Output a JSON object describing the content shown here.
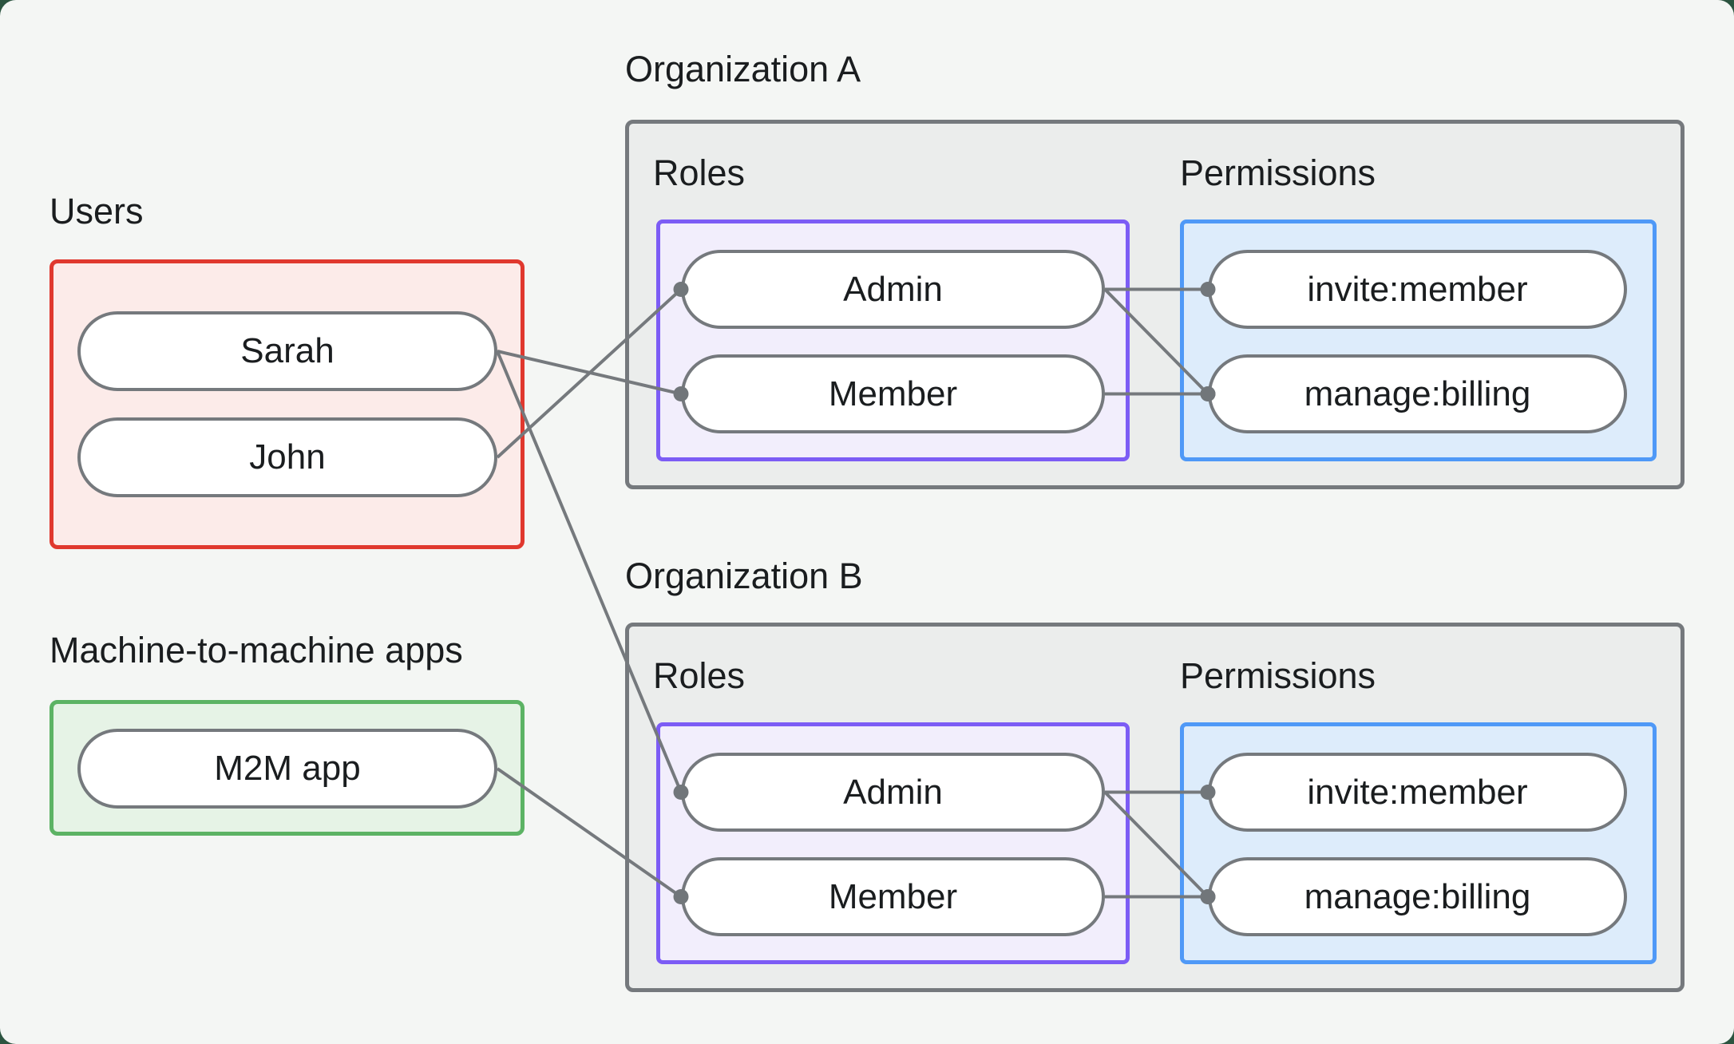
{
  "colors": {
    "page_bg": "#f4f6f4",
    "outer_bg": "#2c5440",
    "text": "#1a1d1f",
    "neutral_border": "#75797d",
    "line": "#75797d",
    "dot": "#71767a",
    "org_box_bg": "#ebedec",
    "users_border": "#e0382e",
    "users_bg": "#fcebe9",
    "m2m_border": "#5cb364",
    "m2m_bg": "#e6f3e6",
    "roles_border": "#7c5cf5",
    "roles_bg": "#f2eefc",
    "permissions_border": "#4f99f7",
    "permissions_bg": "#ddecfb",
    "pill_bg": "#ffffff"
  },
  "users_group": {
    "label": "Users",
    "items": [
      "Sarah",
      "John"
    ]
  },
  "m2m_group": {
    "label": "Machine-to-machine apps",
    "items": [
      "M2M app"
    ]
  },
  "organizations": [
    {
      "title": "Organization A",
      "roles_label": "Roles",
      "permissions_label": "Permissions",
      "roles": [
        "Admin",
        "Member"
      ],
      "permissions": [
        "invite:member",
        "manage:billing"
      ]
    },
    {
      "title": "Organization B",
      "roles_label": "Roles",
      "permissions_label": "Permissions",
      "roles": [
        "Admin",
        "Member"
      ],
      "permissions": [
        "invite:member",
        "manage:billing"
      ]
    }
  ],
  "edges": [
    {
      "from": "user-0",
      "to": "org-0-role-1"
    },
    {
      "from": "user-1",
      "to": "org-0-role-0"
    },
    {
      "from": "user-0",
      "to": "org-1-role-0"
    },
    {
      "from": "m2m-0",
      "to": "org-1-role-1"
    },
    {
      "from": "org-0-role-0",
      "to": "org-0-perm-0"
    },
    {
      "from": "org-0-role-0",
      "to": "org-0-perm-1"
    },
    {
      "from": "org-0-role-1",
      "to": "org-0-perm-1"
    },
    {
      "from": "org-1-role-0",
      "to": "org-1-perm-0"
    },
    {
      "from": "org-1-role-0",
      "to": "org-1-perm-1"
    },
    {
      "from": "org-1-role-1",
      "to": "org-1-perm-1"
    }
  ]
}
